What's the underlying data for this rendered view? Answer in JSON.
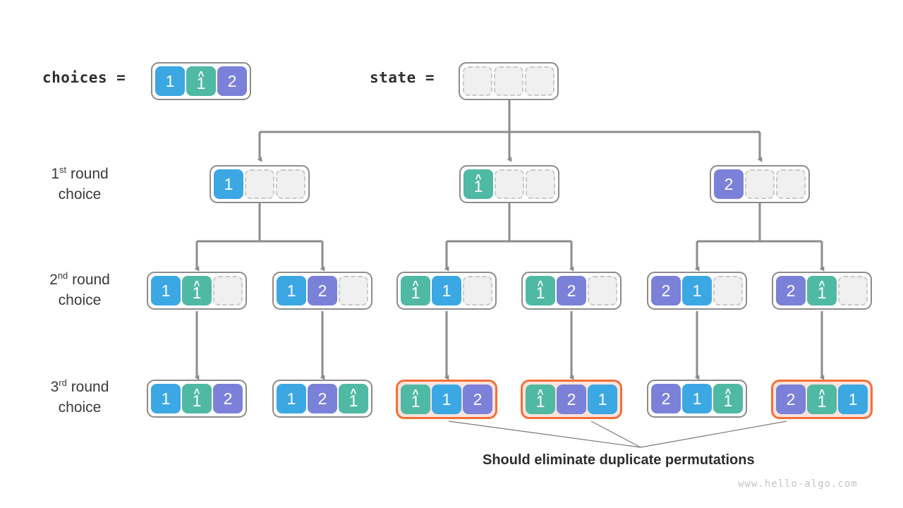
{
  "header": {
    "choices_label": "choices =",
    "state_label": "state ="
  },
  "colors": {
    "blue": "#3ba7e3",
    "teal": "#50b9a3",
    "purple": "#7b81d8",
    "empty_fill": "#f0f0f0",
    "empty_border": "#c9c9c9",
    "box_border": "#8c8c8c",
    "highlight_border": "#f2703a",
    "highlight_fill": "#fbe3dc",
    "edge": "#8c8c8c",
    "leader": "#6f6f6f",
    "text": "#333333",
    "watermark": "#c4c4c4"
  },
  "levels": [
    {
      "id": "round-1",
      "prefix": "1",
      "ordinal": "st",
      "word": "round",
      "line2": "choice"
    },
    {
      "id": "round-2",
      "prefix": "2",
      "ordinal": "nd",
      "word": "round",
      "line2": "choice"
    },
    {
      "id": "round-3",
      "prefix": "3",
      "ordinal": "rd",
      "word": "round",
      "line2": "choice"
    }
  ],
  "choices_cells": [
    {
      "value": "1",
      "color": "blue",
      "hat": false
    },
    {
      "value": "1",
      "color": "teal",
      "hat": true
    },
    {
      "value": "2",
      "color": "purple",
      "hat": false
    }
  ],
  "state_cells": [
    {
      "value": "",
      "color": "empty",
      "hat": false
    },
    {
      "value": "",
      "color": "empty",
      "hat": false
    },
    {
      "value": "",
      "color": "empty",
      "hat": false
    }
  ],
  "row1": [
    {
      "name": "node-1-1",
      "highlight": false,
      "cells": [
        {
          "value": "1",
          "color": "blue",
          "hat": false
        },
        {
          "value": "",
          "color": "empty",
          "hat": false
        },
        {
          "value": "",
          "color": "empty",
          "hat": false
        }
      ]
    },
    {
      "name": "node-1-2",
      "highlight": false,
      "cells": [
        {
          "value": "1",
          "color": "teal",
          "hat": true
        },
        {
          "value": "",
          "color": "empty",
          "hat": false
        },
        {
          "value": "",
          "color": "empty",
          "hat": false
        }
      ]
    },
    {
      "name": "node-1-3",
      "highlight": false,
      "cells": [
        {
          "value": "2",
          "color": "purple",
          "hat": false
        },
        {
          "value": "",
          "color": "empty",
          "hat": false
        },
        {
          "value": "",
          "color": "empty",
          "hat": false
        }
      ]
    }
  ],
  "row2": [
    {
      "name": "node-2-1",
      "highlight": false,
      "cells": [
        {
          "value": "1",
          "color": "blue",
          "hat": false
        },
        {
          "value": "1",
          "color": "teal",
          "hat": true
        },
        {
          "value": "",
          "color": "empty",
          "hat": false
        }
      ]
    },
    {
      "name": "node-2-2",
      "highlight": false,
      "cells": [
        {
          "value": "1",
          "color": "blue",
          "hat": false
        },
        {
          "value": "2",
          "color": "purple",
          "hat": false
        },
        {
          "value": "",
          "color": "empty",
          "hat": false
        }
      ]
    },
    {
      "name": "node-2-3",
      "highlight": false,
      "cells": [
        {
          "value": "1",
          "color": "teal",
          "hat": true
        },
        {
          "value": "1",
          "color": "blue",
          "hat": false
        },
        {
          "value": "",
          "color": "empty",
          "hat": false
        }
      ]
    },
    {
      "name": "node-2-4",
      "highlight": false,
      "cells": [
        {
          "value": "1",
          "color": "teal",
          "hat": true
        },
        {
          "value": "2",
          "color": "purple",
          "hat": false
        },
        {
          "value": "",
          "color": "empty",
          "hat": false
        }
      ]
    },
    {
      "name": "node-2-5",
      "highlight": false,
      "cells": [
        {
          "value": "2",
          "color": "purple",
          "hat": false
        },
        {
          "value": "1",
          "color": "blue",
          "hat": false
        },
        {
          "value": "",
          "color": "empty",
          "hat": false
        }
      ]
    },
    {
      "name": "node-2-6",
      "highlight": false,
      "cells": [
        {
          "value": "2",
          "color": "purple",
          "hat": false
        },
        {
          "value": "1",
          "color": "teal",
          "hat": true
        },
        {
          "value": "",
          "color": "empty",
          "hat": false
        }
      ]
    }
  ],
  "row3": [
    {
      "name": "node-3-1",
      "highlight": false,
      "cells": [
        {
          "value": "1",
          "color": "blue",
          "hat": false
        },
        {
          "value": "1",
          "color": "teal",
          "hat": true
        },
        {
          "value": "2",
          "color": "purple",
          "hat": false
        }
      ]
    },
    {
      "name": "node-3-2",
      "highlight": false,
      "cells": [
        {
          "value": "1",
          "color": "blue",
          "hat": false
        },
        {
          "value": "2",
          "color": "purple",
          "hat": false
        },
        {
          "value": "1",
          "color": "teal",
          "hat": true
        }
      ]
    },
    {
      "name": "node-3-3",
      "highlight": true,
      "cells": [
        {
          "value": "1",
          "color": "teal",
          "hat": true
        },
        {
          "value": "1",
          "color": "blue",
          "hat": false
        },
        {
          "value": "2",
          "color": "purple",
          "hat": false
        }
      ]
    },
    {
      "name": "node-3-4",
      "highlight": true,
      "cells": [
        {
          "value": "1",
          "color": "teal",
          "hat": true
        },
        {
          "value": "2",
          "color": "purple",
          "hat": false
        },
        {
          "value": "1",
          "color": "blue",
          "hat": false
        }
      ]
    },
    {
      "name": "node-3-5",
      "highlight": false,
      "cells": [
        {
          "value": "2",
          "color": "purple",
          "hat": false
        },
        {
          "value": "1",
          "color": "blue",
          "hat": false
        },
        {
          "value": "1",
          "color": "teal",
          "hat": true
        }
      ]
    },
    {
      "name": "node-3-6",
      "highlight": true,
      "cells": [
        {
          "value": "2",
          "color": "purple",
          "hat": false
        },
        {
          "value": "1",
          "color": "teal",
          "hat": true
        },
        {
          "value": "1",
          "color": "blue",
          "hat": false
        }
      ]
    }
  ],
  "annotation": {
    "text": "Should eliminate duplicate permutations"
  },
  "watermark": {
    "text": "www.hello-algo.com"
  }
}
